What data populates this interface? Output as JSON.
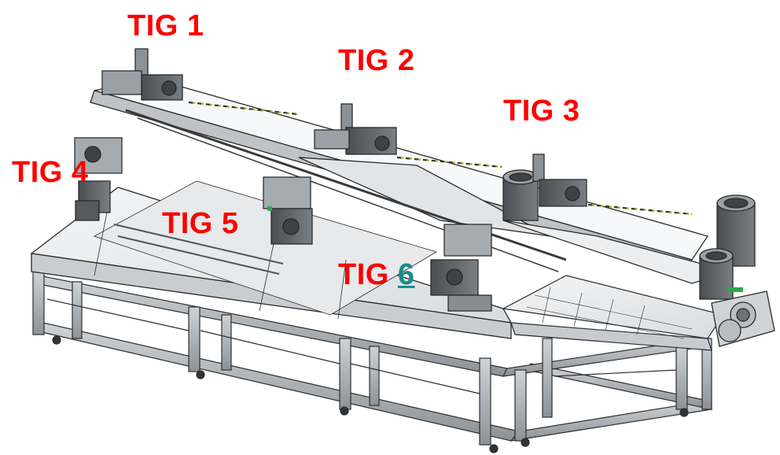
{
  "labels": {
    "tig1": "TIG 1",
    "tig2": "TIG 2",
    "tig3": "TIG 3",
    "tig4": "TIG 4",
    "tig5": "TIG 5",
    "tig6_prefix": "TIG ",
    "tig6_number": "6"
  },
  "colors": {
    "label_red": "#ff0000",
    "link_teal": "#1a8a8a",
    "frame_gray": "#b8bcc0",
    "outline_dark": "#2a2a2a",
    "deck_light": "#eef0f2"
  }
}
